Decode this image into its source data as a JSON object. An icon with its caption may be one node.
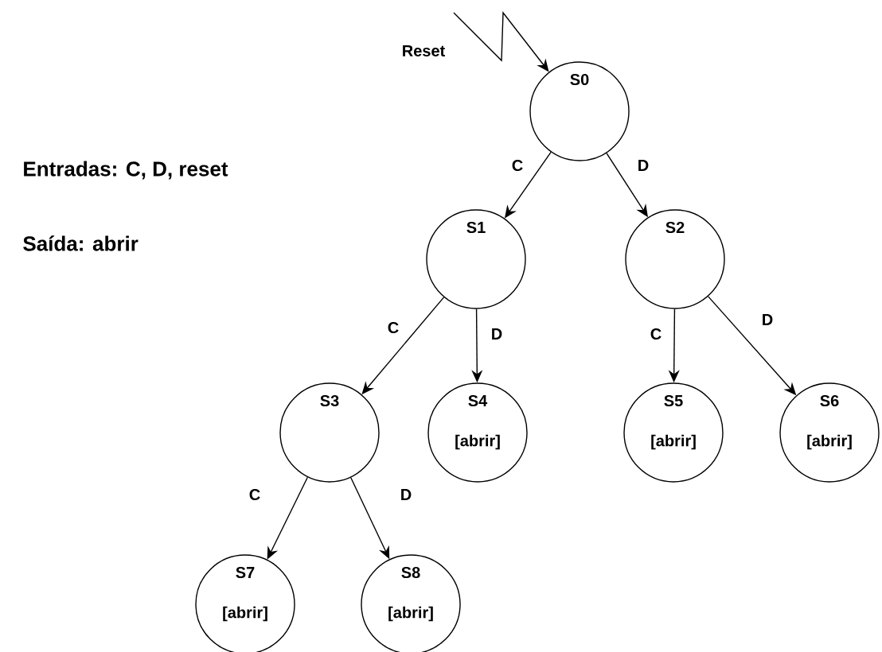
{
  "diagram": {
    "nodes": [
      {
        "text": [
          "S0"
        ]
      },
      {
        "text": [
          "S1"
        ]
      },
      {
        "text": [
          "S2"
        ]
      },
      {
        "text": [
          "S3"
        ]
      },
      {
        "text": [
          "S4",
          "[abrir]"
        ]
      },
      {
        "text": [
          "S5",
          "[abrir]"
        ]
      },
      {
        "text": [
          "S6",
          "[abrir]"
        ]
      },
      {
        "text": [
          "S7",
          "[abrir]"
        ]
      },
      {
        "text": [
          "S8",
          "[abrir]"
        ]
      }
    ],
    "edges": [
      {
        "from": null,
        "to": 0,
        "arrow": "to",
        "label": "Reset"
      },
      {
        "from": 0,
        "to": 1,
        "arrow": "to",
        "label": "C"
      },
      {
        "from": 0,
        "to": 2,
        "arrow": "to",
        "label": "D"
      },
      {
        "from": 1,
        "to": 3,
        "arrow": "to",
        "label": "C"
      },
      {
        "from": 1,
        "to": 4,
        "arrow": "to",
        "label": "D"
      },
      {
        "from": 2,
        "to": 5,
        "arrow": "to",
        "label": "C"
      },
      {
        "from": 2,
        "to": 6,
        "arrow": "to",
        "label": "D"
      },
      {
        "from": 3,
        "to": 7,
        "arrow": "to",
        "label": "C"
      },
      {
        "from": 3,
        "to": 8,
        "arrow": "to",
        "label": "D"
      }
    ],
    "labels": [
      "Entradas: C, D, reset",
      "Saída: abrir"
    ]
  }
}
